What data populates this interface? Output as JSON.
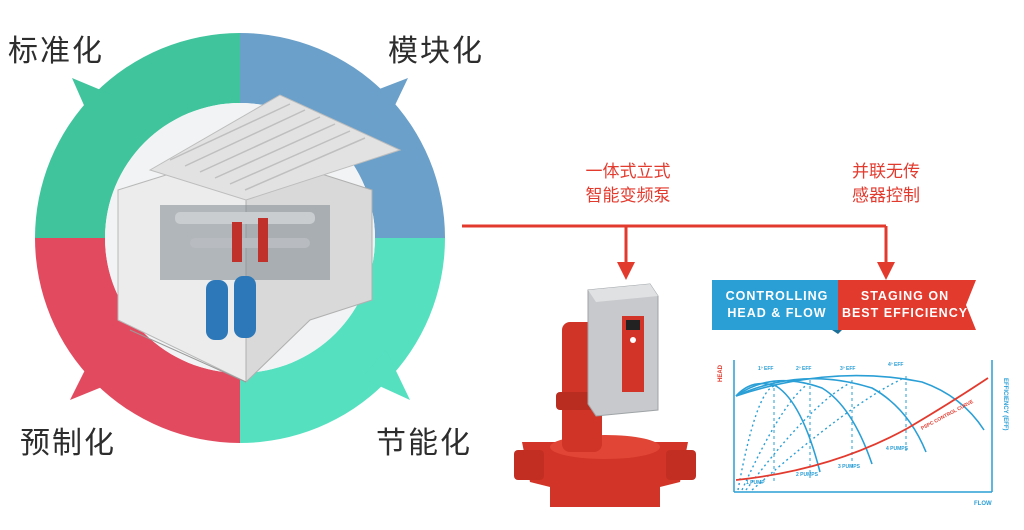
{
  "ring": {
    "labels": {
      "top_left": "标准化",
      "top_right": "模块化",
      "bottom_left": "预制化",
      "bottom_right": "节能化"
    },
    "colors": {
      "top_left": "#3fc49c",
      "top_right": "#6aa0c9",
      "bottom_left": "#e24a60",
      "bottom_right": "#55e0c0"
    }
  },
  "callouts": {
    "pump": [
      "一体式立式",
      "智能变频泵"
    ],
    "sensorless": [
      "并联无传",
      "感器控制"
    ],
    "line_color": "#e33a2e"
  },
  "banner": {
    "left": [
      "CONTROLLING",
      "HEAD & FLOW"
    ],
    "right": [
      "STAGING ON",
      "BEST EFFICIENCY"
    ],
    "left_color": "#2a9fd6",
    "right_color": "#e33a2e"
  },
  "chart_labels": {
    "y_left": "HEAD",
    "y_right": "EFFICIENCY (EFF)",
    "x": "FLOW",
    "eff_peaks": [
      "1º EFF",
      "2º EFF",
      "3º EFF",
      "4º EFF"
    ],
    "pumps": [
      "1 PUMP",
      "2 PUMPS",
      "3 PUMPS",
      "4 PUMPS"
    ],
    "control_curve": "PSPC CONTROL CURVE"
  }
}
